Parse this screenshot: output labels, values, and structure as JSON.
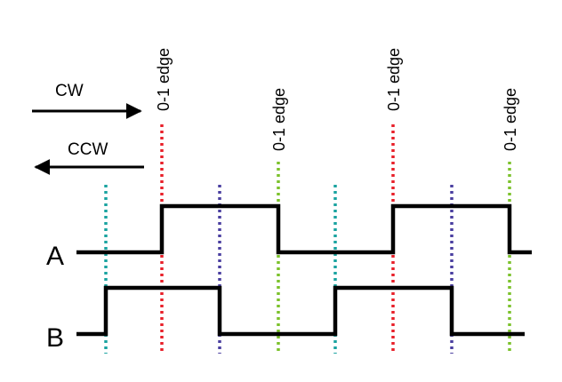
{
  "diagram": {
    "direction_cw": "CW",
    "direction_ccw": "CCW",
    "signal_a": "A",
    "signal_b": "B",
    "edge_label": "0-1 edge",
    "colors": {
      "signal": "#000000",
      "marker_teal": "#1aa3a0",
      "marker_red": "#e8202a",
      "marker_purple": "#4a3fa0",
      "marker_green": "#7cc22c"
    }
  }
}
